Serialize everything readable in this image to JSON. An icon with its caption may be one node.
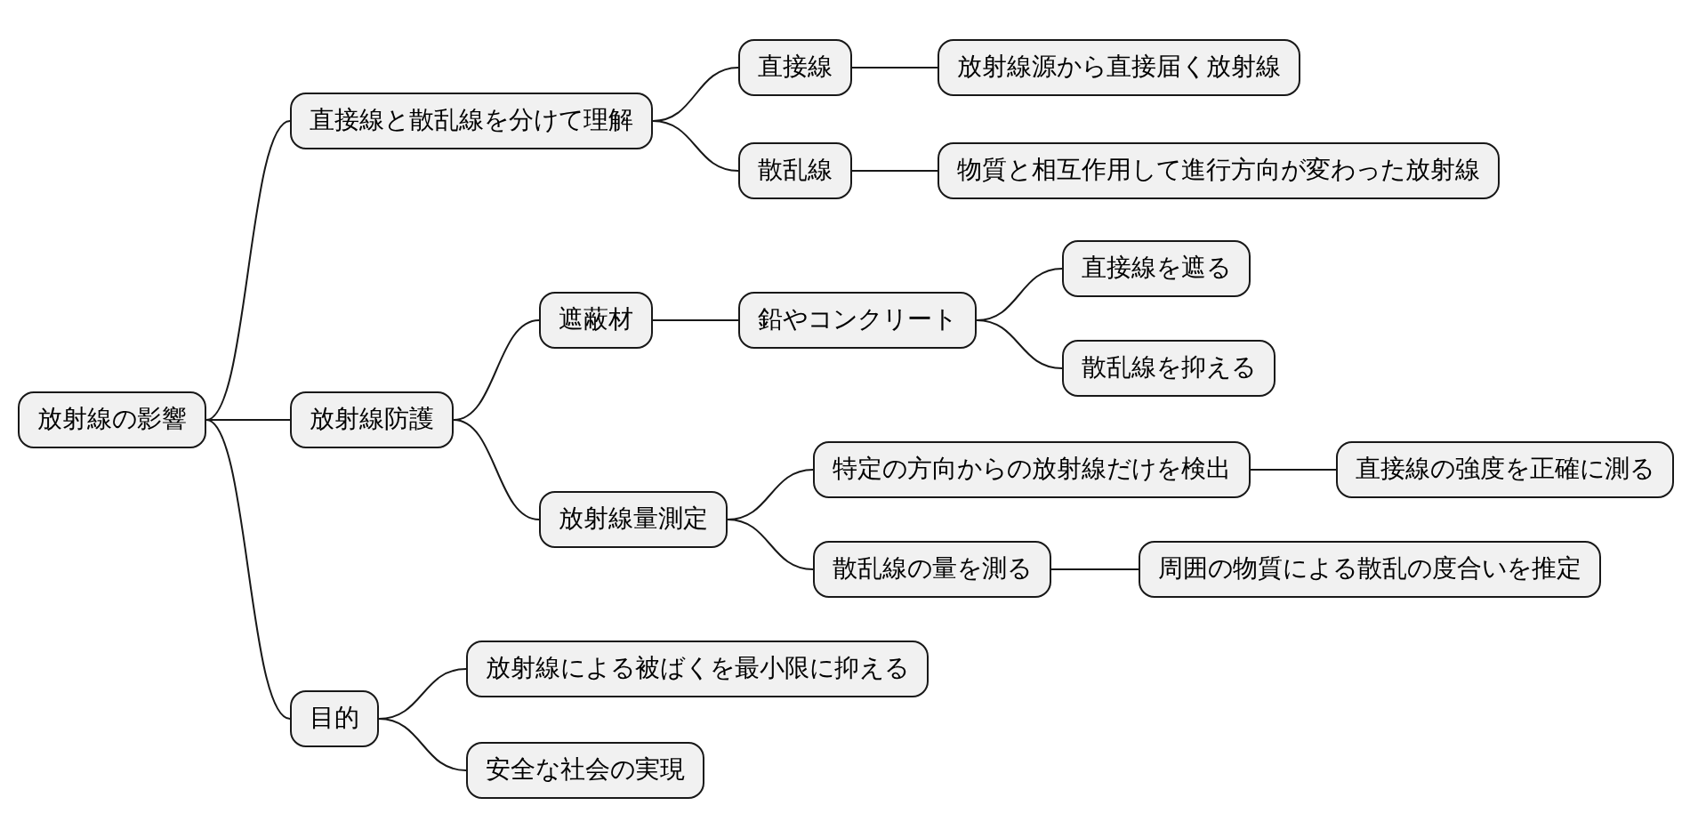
{
  "diagram": {
    "nodes": [
      {
        "text": [
          "放射線の影響"
        ]
      },
      {
        "text": [
          "直接線と散乱線を分けて理解"
        ]
      },
      {
        "text": [
          "直接線"
        ]
      },
      {
        "text": [
          "放射線源から直接届く放射線"
        ]
      },
      {
        "text": [
          "散乱線"
        ]
      },
      {
        "text": [
          "物質と相互作用して進行方向が変わった放射線"
        ]
      },
      {
        "text": [
          "放射線防護"
        ]
      },
      {
        "text": [
          "遮蔽材"
        ]
      },
      {
        "text": [
          "鉛やコンクリート"
        ]
      },
      {
        "text": [
          "直接線を遮る"
        ]
      },
      {
        "text": [
          "散乱線を抑える"
        ]
      },
      {
        "text": [
          "放射線量測定"
        ]
      },
      {
        "text": [
          "特定の方向からの放射線だけを検出"
        ]
      },
      {
        "text": [
          "直接線の強度を正確に測る"
        ]
      },
      {
        "text": [
          "散乱線の量を測る"
        ]
      },
      {
        "text": [
          "周囲の物質による散乱の度合いを推定"
        ]
      },
      {
        "text": [
          "目的"
        ]
      },
      {
        "text": [
          "放射線による被ばくを最小限に抑える"
        ]
      },
      {
        "text": [
          "安全な社会の実現"
        ]
      }
    ],
    "edges": [
      {
        "from": 0,
        "to": 1,
        "arrow": "none"
      },
      {
        "from": 1,
        "to": 2,
        "arrow": "none"
      },
      {
        "from": 2,
        "to": 3,
        "arrow": "none"
      },
      {
        "from": 1,
        "to": 4,
        "arrow": "none"
      },
      {
        "from": 4,
        "to": 5,
        "arrow": "none"
      },
      {
        "from": 0,
        "to": 6,
        "arrow": "none"
      },
      {
        "from": 6,
        "to": 7,
        "arrow": "none"
      },
      {
        "from": 7,
        "to": 8,
        "arrow": "none"
      },
      {
        "from": 8,
        "to": 9,
        "arrow": "none"
      },
      {
        "from": 8,
        "to": 10,
        "arrow": "none"
      },
      {
        "from": 6,
        "to": 11,
        "arrow": "none"
      },
      {
        "from": 11,
        "to": 12,
        "arrow": "none"
      },
      {
        "from": 12,
        "to": 13,
        "arrow": "none"
      },
      {
        "from": 11,
        "to": 14,
        "arrow": "none"
      },
      {
        "from": 14,
        "to": 15,
        "arrow": "none"
      },
      {
        "from": 0,
        "to": 16,
        "arrow": "none"
      },
      {
        "from": 16,
        "to": 17,
        "arrow": "none"
      },
      {
        "from": 16,
        "to": 18,
        "arrow": "none"
      }
    ]
  }
}
